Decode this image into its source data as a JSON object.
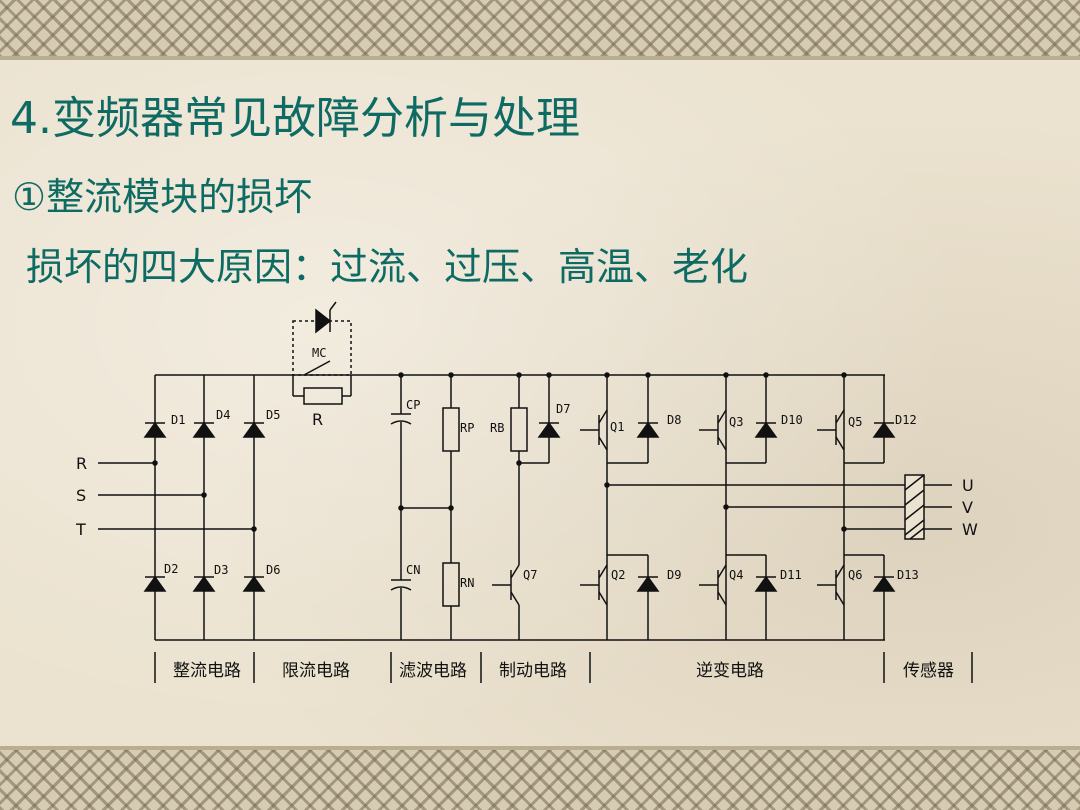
{
  "slide": {
    "title": "4.变频器常见故障分析与处理",
    "subtitle": "①整流模块的损坏",
    "causes": "损坏的四大原因：过流、过压、高温、老化",
    "text_color": "#0e6b63"
  },
  "circuit": {
    "inputs": [
      "R",
      "S",
      "T"
    ],
    "outputs": [
      "U",
      "V",
      "W"
    ],
    "rectifier_diodes": [
      "D1",
      "D4",
      "D5",
      "D2",
      "D3",
      "D6"
    ],
    "limit": {
      "relay": "MC",
      "resistor": "R"
    },
    "filter": {
      "cap_top": "CP",
      "cap_bottom": "CN",
      "res_top": "RP",
      "res_bottom": "RN"
    },
    "brake": {
      "resistor": "RB",
      "diode": "D7",
      "transistor": "Q7"
    },
    "inverter": {
      "transistors": [
        "Q1",
        "Q3",
        "Q5",
        "Q2",
        "Q4",
        "Q6"
      ],
      "diodes": [
        "D8",
        "D10",
        "D12",
        "D9",
        "D11",
        "D13"
      ]
    },
    "sections": [
      "整流电路",
      "限流电路",
      "滤波电路",
      "制动电路",
      "逆变电路",
      "传感器"
    ]
  }
}
